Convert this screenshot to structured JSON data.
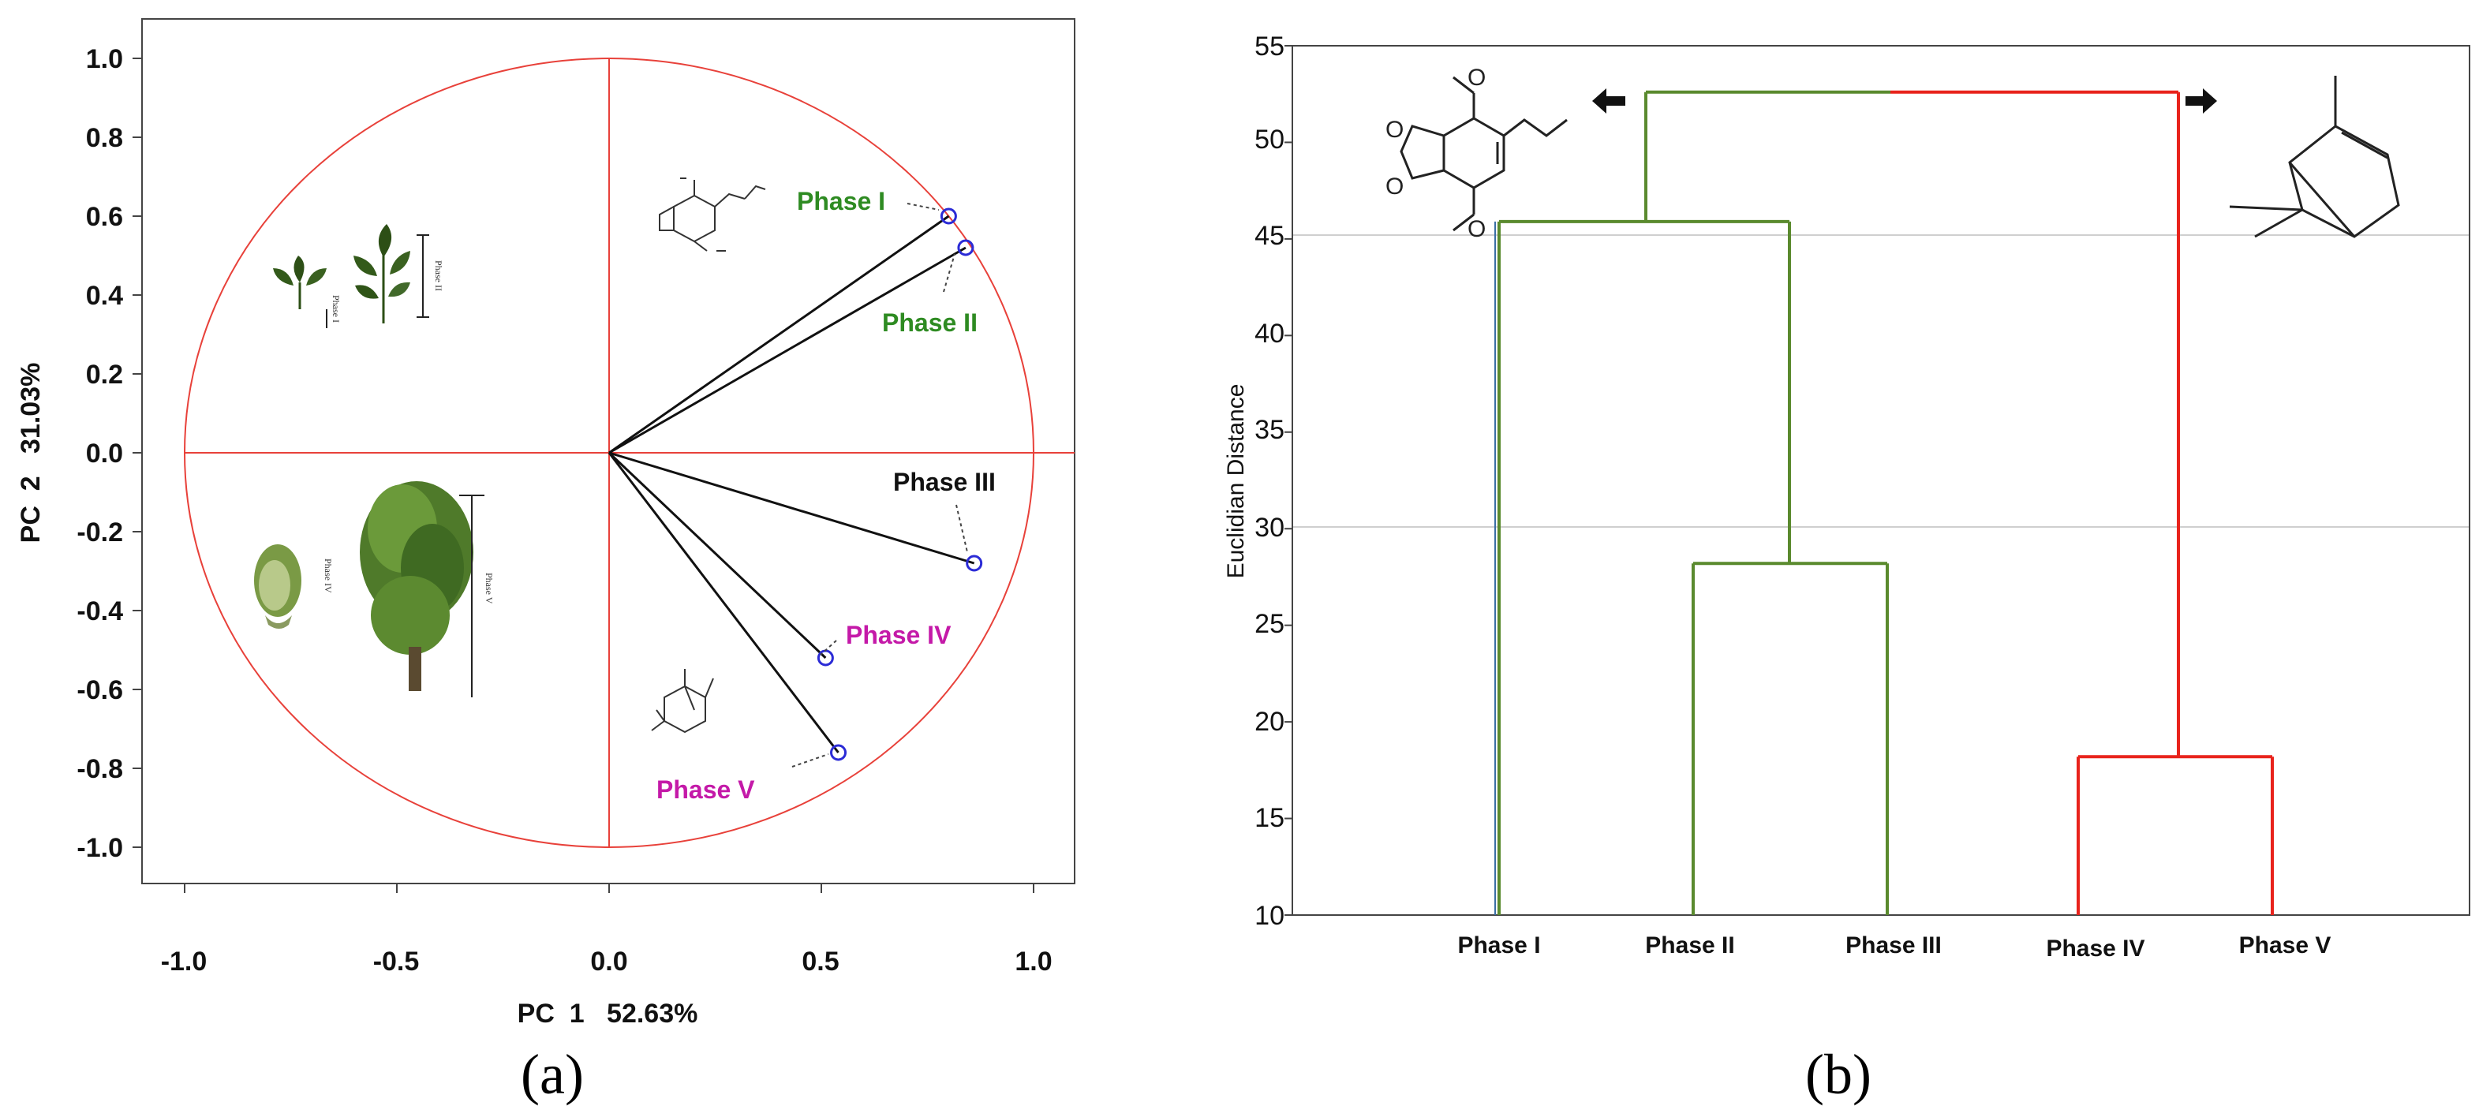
{
  "chart_data": [
    {
      "type": "scatter",
      "panel_label": "(a)",
      "xlabel": "PC  1   52.63%",
      "ylabel": "PC  2   31.03%",
      "xlim": [
        -1.1,
        1.1
      ],
      "ylim": [
        -1.1,
        1.1
      ],
      "x_ticks": [
        "-1.0",
        "-0.5",
        "0.0",
        "0.5",
        "1.0"
      ],
      "y_ticks": [
        "1.0",
        "0.8",
        "0.6",
        "0.4",
        "0.2",
        "0.0",
        "-0.2",
        "-0.4",
        "-0.6",
        "-0.8",
        "-1.0"
      ],
      "grid": false,
      "unit_circle": true,
      "points": [
        {
          "label": "Phase I",
          "x": 0.8,
          "y": 0.6,
          "color": "#2e8b22"
        },
        {
          "label": "Phase II",
          "x": 0.84,
          "y": 0.52,
          "color": "#2e8b22"
        },
        {
          "label": "Phase III",
          "x": 0.86,
          "y": -0.28,
          "color": "#111111"
        },
        {
          "label": "Phase IV",
          "x": 0.51,
          "y": -0.52,
          "color": "#c419a8"
        },
        {
          "label": "Phase V",
          "x": 0.54,
          "y": -0.76,
          "color": "#c419a8"
        }
      ],
      "colors": {
        "circle": "#e8413a",
        "marker": "#2b2bd6",
        "vector": "#111111"
      }
    },
    {
      "type": "dendrogram",
      "panel_label": "(b)",
      "ylabel": "Euclidian Distance",
      "ylim": [
        10,
        55
      ],
      "y_ticks": [
        "55",
        "50",
        "45",
        "40",
        "35",
        "30",
        "25",
        "20",
        "15",
        "10"
      ],
      "grid_y": [
        45,
        30
      ],
      "leaves": [
        "Phase I",
        "Phase II",
        "Phase III",
        "Phase IV",
        "Phase V"
      ],
      "merges": [
        {
          "left": "Phase IV",
          "right": "Phase V",
          "height": 18.2,
          "color": "#e8231c"
        },
        {
          "left": "Phase II",
          "right": "Phase III",
          "height": 28.2,
          "color": "#5a8a2e"
        },
        {
          "left": "Phase I",
          "right": "Phase II+III",
          "height": 45.9,
          "color": "#5a8a2e"
        },
        {
          "left": "Phase I+II+III",
          "right": "Phase IV+V",
          "height": 52.6,
          "color": "#e8231c"
        }
      ],
      "colors": {
        "green_cluster": "#5a8a2e",
        "red_cluster": "#e8231c"
      }
    }
  ]
}
